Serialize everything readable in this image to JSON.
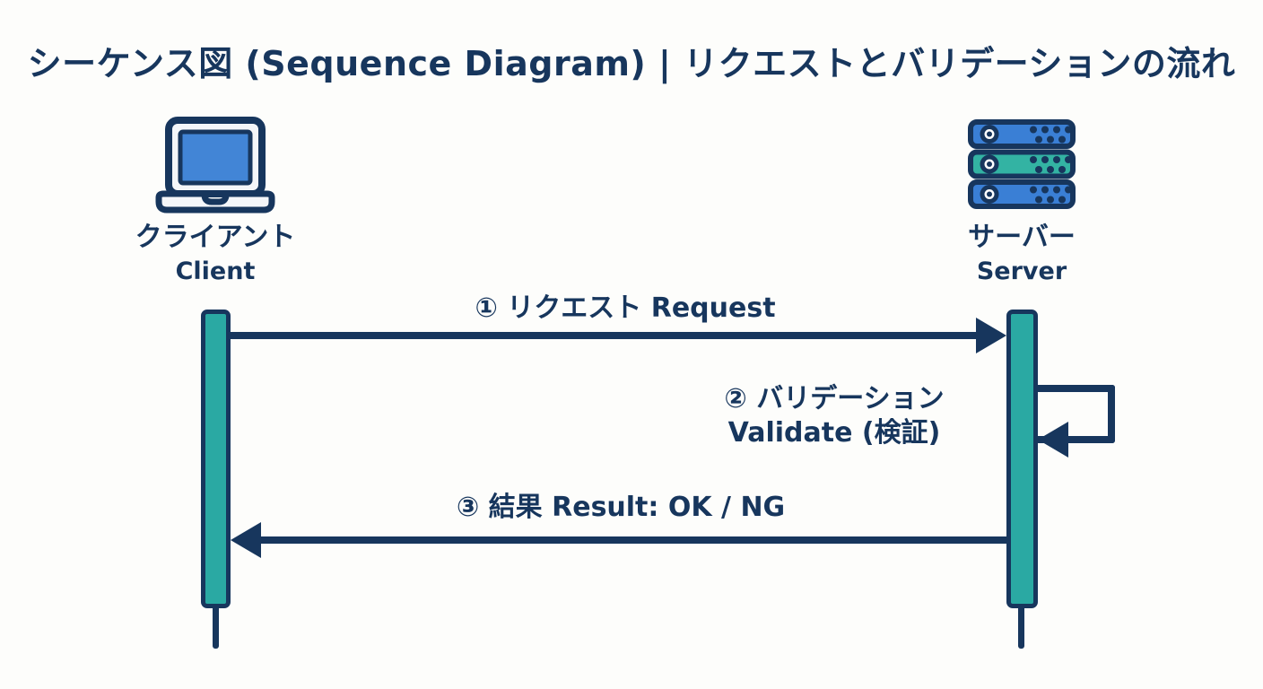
{
  "title": "シーケンス図 (Sequence Diagram) | リクエストとバリデーションの流れ",
  "actors": {
    "client": {
      "label_jp": "クライアント",
      "label_en": "Client",
      "icon": "laptop-icon"
    },
    "server": {
      "label_jp": "サーバー",
      "label_en": "Server",
      "icon": "server-icon"
    }
  },
  "messages": {
    "request": {
      "order": "1",
      "label": "① リクエスト Request",
      "from": "client",
      "to": "server",
      "type": "solid-arrow"
    },
    "validate": {
      "order": "2",
      "label_jp": "② バリデーション",
      "label_en": "Validate (検証)",
      "from": "server",
      "to": "server",
      "type": "self-loop"
    },
    "result": {
      "order": "3",
      "label": "③ 結果 Result: OK / NG",
      "from": "server",
      "to": "client",
      "type": "solid-arrow"
    }
  },
  "colors": {
    "ink_navy": "#17365d",
    "activation_teal": "#2aa9a3",
    "laptop_screen_blue": "#4285d6",
    "server_unit_blue": "#3a7fd5",
    "server_unit_teal": "#33b3a3",
    "background": "#fdfdfb"
  }
}
